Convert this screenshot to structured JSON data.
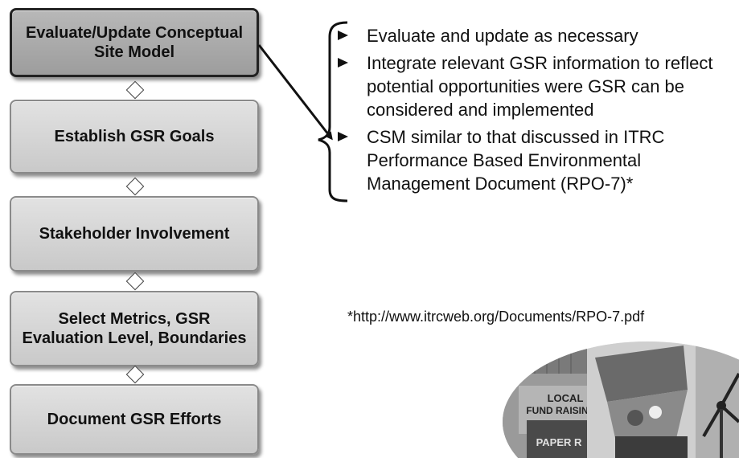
{
  "flow": {
    "steps": [
      {
        "label": "Evaluate/Update Conceptual Site Model"
      },
      {
        "label": "Establish GSR Goals"
      },
      {
        "label": "Stakeholder Involvement"
      },
      {
        "label": "Select Metrics, GSR Evaluation Level, Boundaries"
      },
      {
        "label": "Document GSR Efforts"
      }
    ]
  },
  "details": {
    "bullets": [
      "Evaluate and update as necessary",
      "Integrate relevant GSR information to reflect potential opportunities were GSR can be considered and implemented",
      "CSM similar to that discussed in ITRC Performance Based Environmental Management Document (RPO-7)*"
    ],
    "footnote": "*http://www.itrcweb.org/Documents/RPO-7.pdf"
  },
  "photo": {
    "sign_line1": "LOCAL",
    "sign_line2": "FUND RAISIN",
    "sign_line3": "PAPER R"
  }
}
